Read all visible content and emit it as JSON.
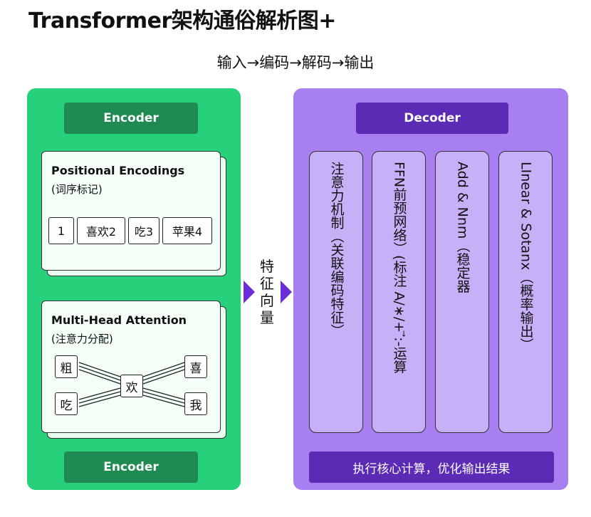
{
  "title": "Transformer架构通俗解析图+",
  "flow": "输入→编码→解码→输出",
  "encoder": {
    "tag_top": "Encoder",
    "tag_bottom": "Encoder",
    "positional": {
      "title": "Positional Encodings",
      "subtitle": "(词序标记)",
      "tokens": [
        "1",
        "喜欢2",
        "吃3",
        "苹果4"
      ]
    },
    "attention": {
      "title": "Multi-Head Attention",
      "subtitle": "(注意力分配)",
      "left_top": "粗",
      "left_bottom": "吃",
      "center": "欢",
      "right_top": "喜",
      "right_bottom": "我"
    }
  },
  "connector": {
    "label": "特征向量"
  },
  "decoder": {
    "tag": "Decoder",
    "columns": [
      "注意力机制（关联编码特征）",
      "FFN前预网络）(标注 A∕∗∕+ ⃗:-运算",
      "Add & Nnm（稳定器",
      "LInear & Sotanx（概率输出）"
    ],
    "bottom": "执行核心计算，优化输出结果"
  },
  "colors": {
    "encoder_bg": "#27d07b",
    "encoder_tag": "#1f8a52",
    "decoder_bg": "#a77ff0",
    "decoder_tag": "#5b2bb5",
    "decoder_column": "#c7b0f7",
    "arrow": "#6b2ed6"
  }
}
